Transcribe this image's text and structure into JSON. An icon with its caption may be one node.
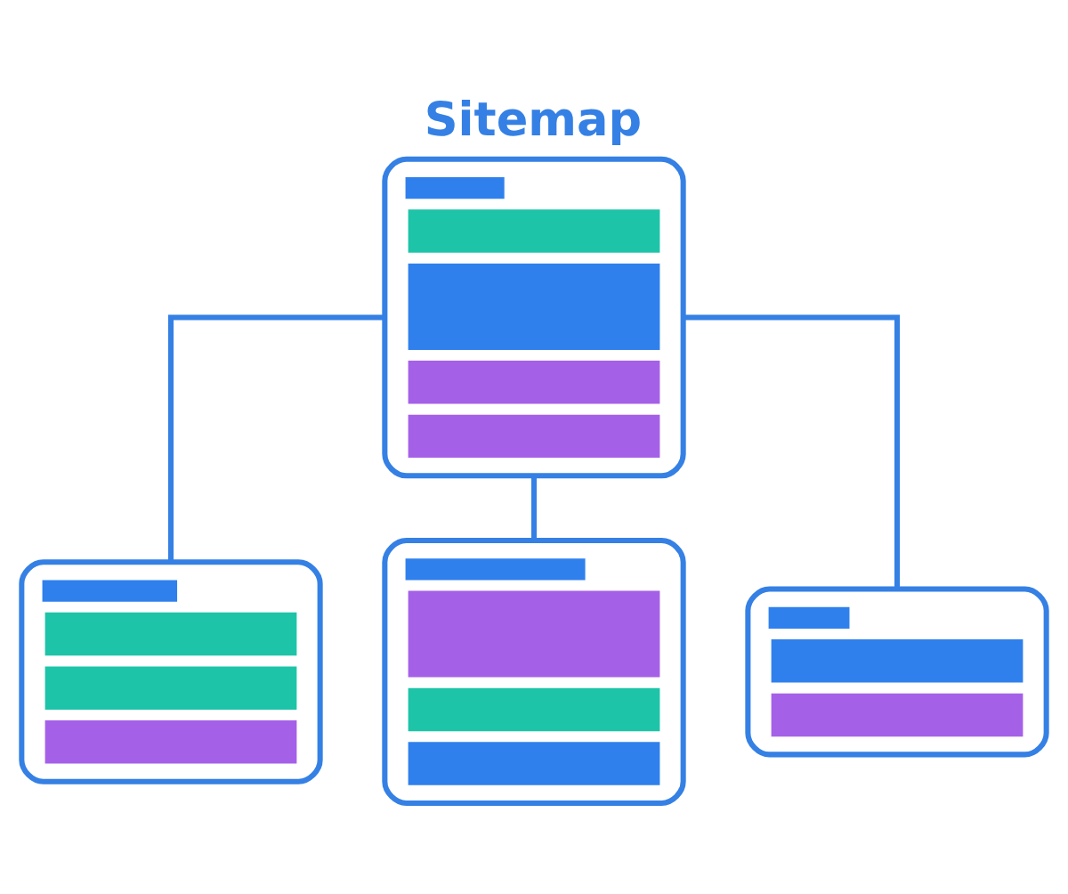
{
  "diagram": {
    "title": "Sitemap",
    "nodes": [
      {
        "text": [],
        "shape": "box"
      },
      {
        "text": [],
        "shape": "box"
      },
      {
        "text": [],
        "shape": "box"
      },
      {
        "text": [],
        "shape": "box"
      }
    ],
    "edges": [
      {
        "from": 0,
        "to": 1,
        "arrow": "none"
      },
      {
        "from": 0,
        "to": 2,
        "arrow": "none"
      },
      {
        "from": 0,
        "to": 3,
        "arrow": "none"
      }
    ]
  }
}
